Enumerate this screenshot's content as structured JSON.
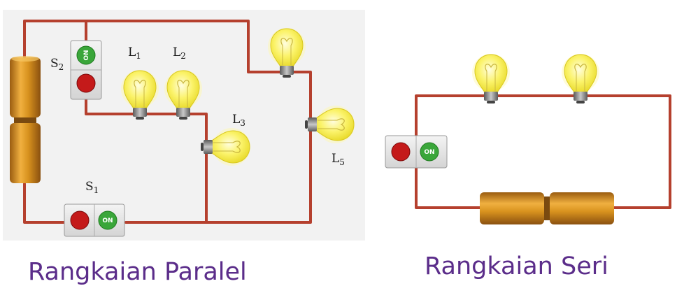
{
  "parallel": {
    "caption": "Rangkaian Paralel",
    "labels": {
      "s2": {
        "letter": "S",
        "sub": "2"
      },
      "s1": {
        "letter": "S",
        "sub": "1"
      },
      "l1": {
        "letter": "L",
        "sub": "1"
      },
      "l2": {
        "letter": "L",
        "sub": "2"
      },
      "l3": {
        "letter": "L",
        "sub": "3"
      },
      "l5": {
        "letter": "L",
        "sub": "5"
      }
    },
    "switch_s1_text": "ON",
    "switch_s2_text": "ON"
  },
  "series": {
    "caption": "Rangkaian Seri",
    "switch_text": "ON"
  },
  "colors": {
    "wire": "#b5402e",
    "battery": "#c8861e",
    "bulb": "#f7ef4a",
    "switch_on": "#3aa63a",
    "switch_off": "#c41a1a",
    "caption": "#5b2d8a"
  }
}
